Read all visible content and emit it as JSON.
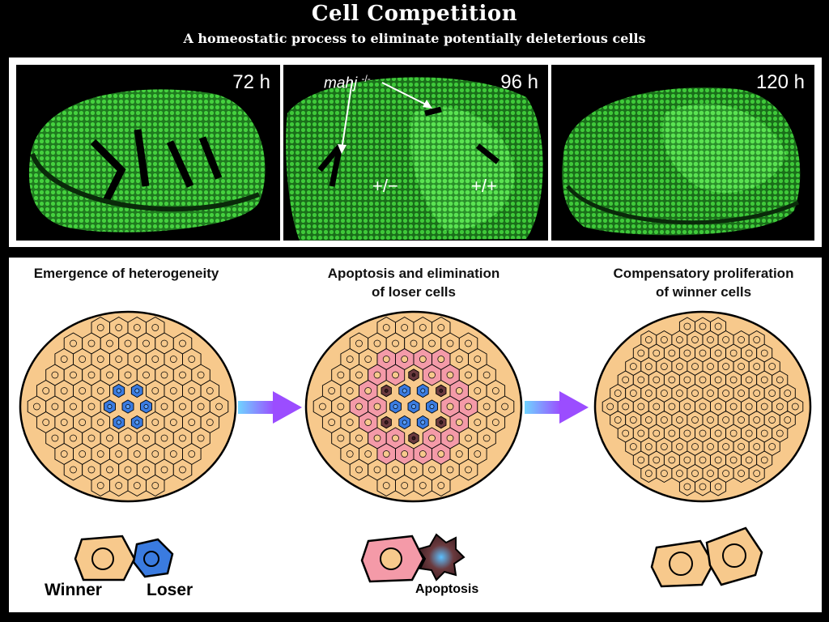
{
  "header": {
    "title": "Cell Competition",
    "subtitle": "A homeostatic process to eliminate potentially deleterious cells"
  },
  "micrographs": {
    "panels": [
      {
        "time": "72 h"
      },
      {
        "time": "96 h",
        "mutant_label": "mahj",
        "mutant_sup": "-/-",
        "genotype_left": "+/−",
        "genotype_right": "+/+"
      },
      {
        "time": "120 h"
      }
    ]
  },
  "stages": [
    {
      "title_line1": "Emergence of heterogeneity",
      "title_line2": ""
    },
    {
      "title_line1": "Apoptosis and elimination",
      "title_line2": "of loser cells"
    },
    {
      "title_line1": "Compensatory proliferation",
      "title_line2": "of winner cells"
    }
  ],
  "legend": {
    "winner": "Winner",
    "loser": "Loser",
    "apoptosis": "Apoptosis"
  },
  "colors": {
    "tissue_green": "#3fbf3a",
    "winner_fill": "#f7c98c",
    "loser_fill": "#3a7be0",
    "stressed_fill": "#f49aa8",
    "apoptotic_fill": "#6a3a3e",
    "arrow_start": "#6fd3ff",
    "arrow_end": "#9b4dff"
  }
}
